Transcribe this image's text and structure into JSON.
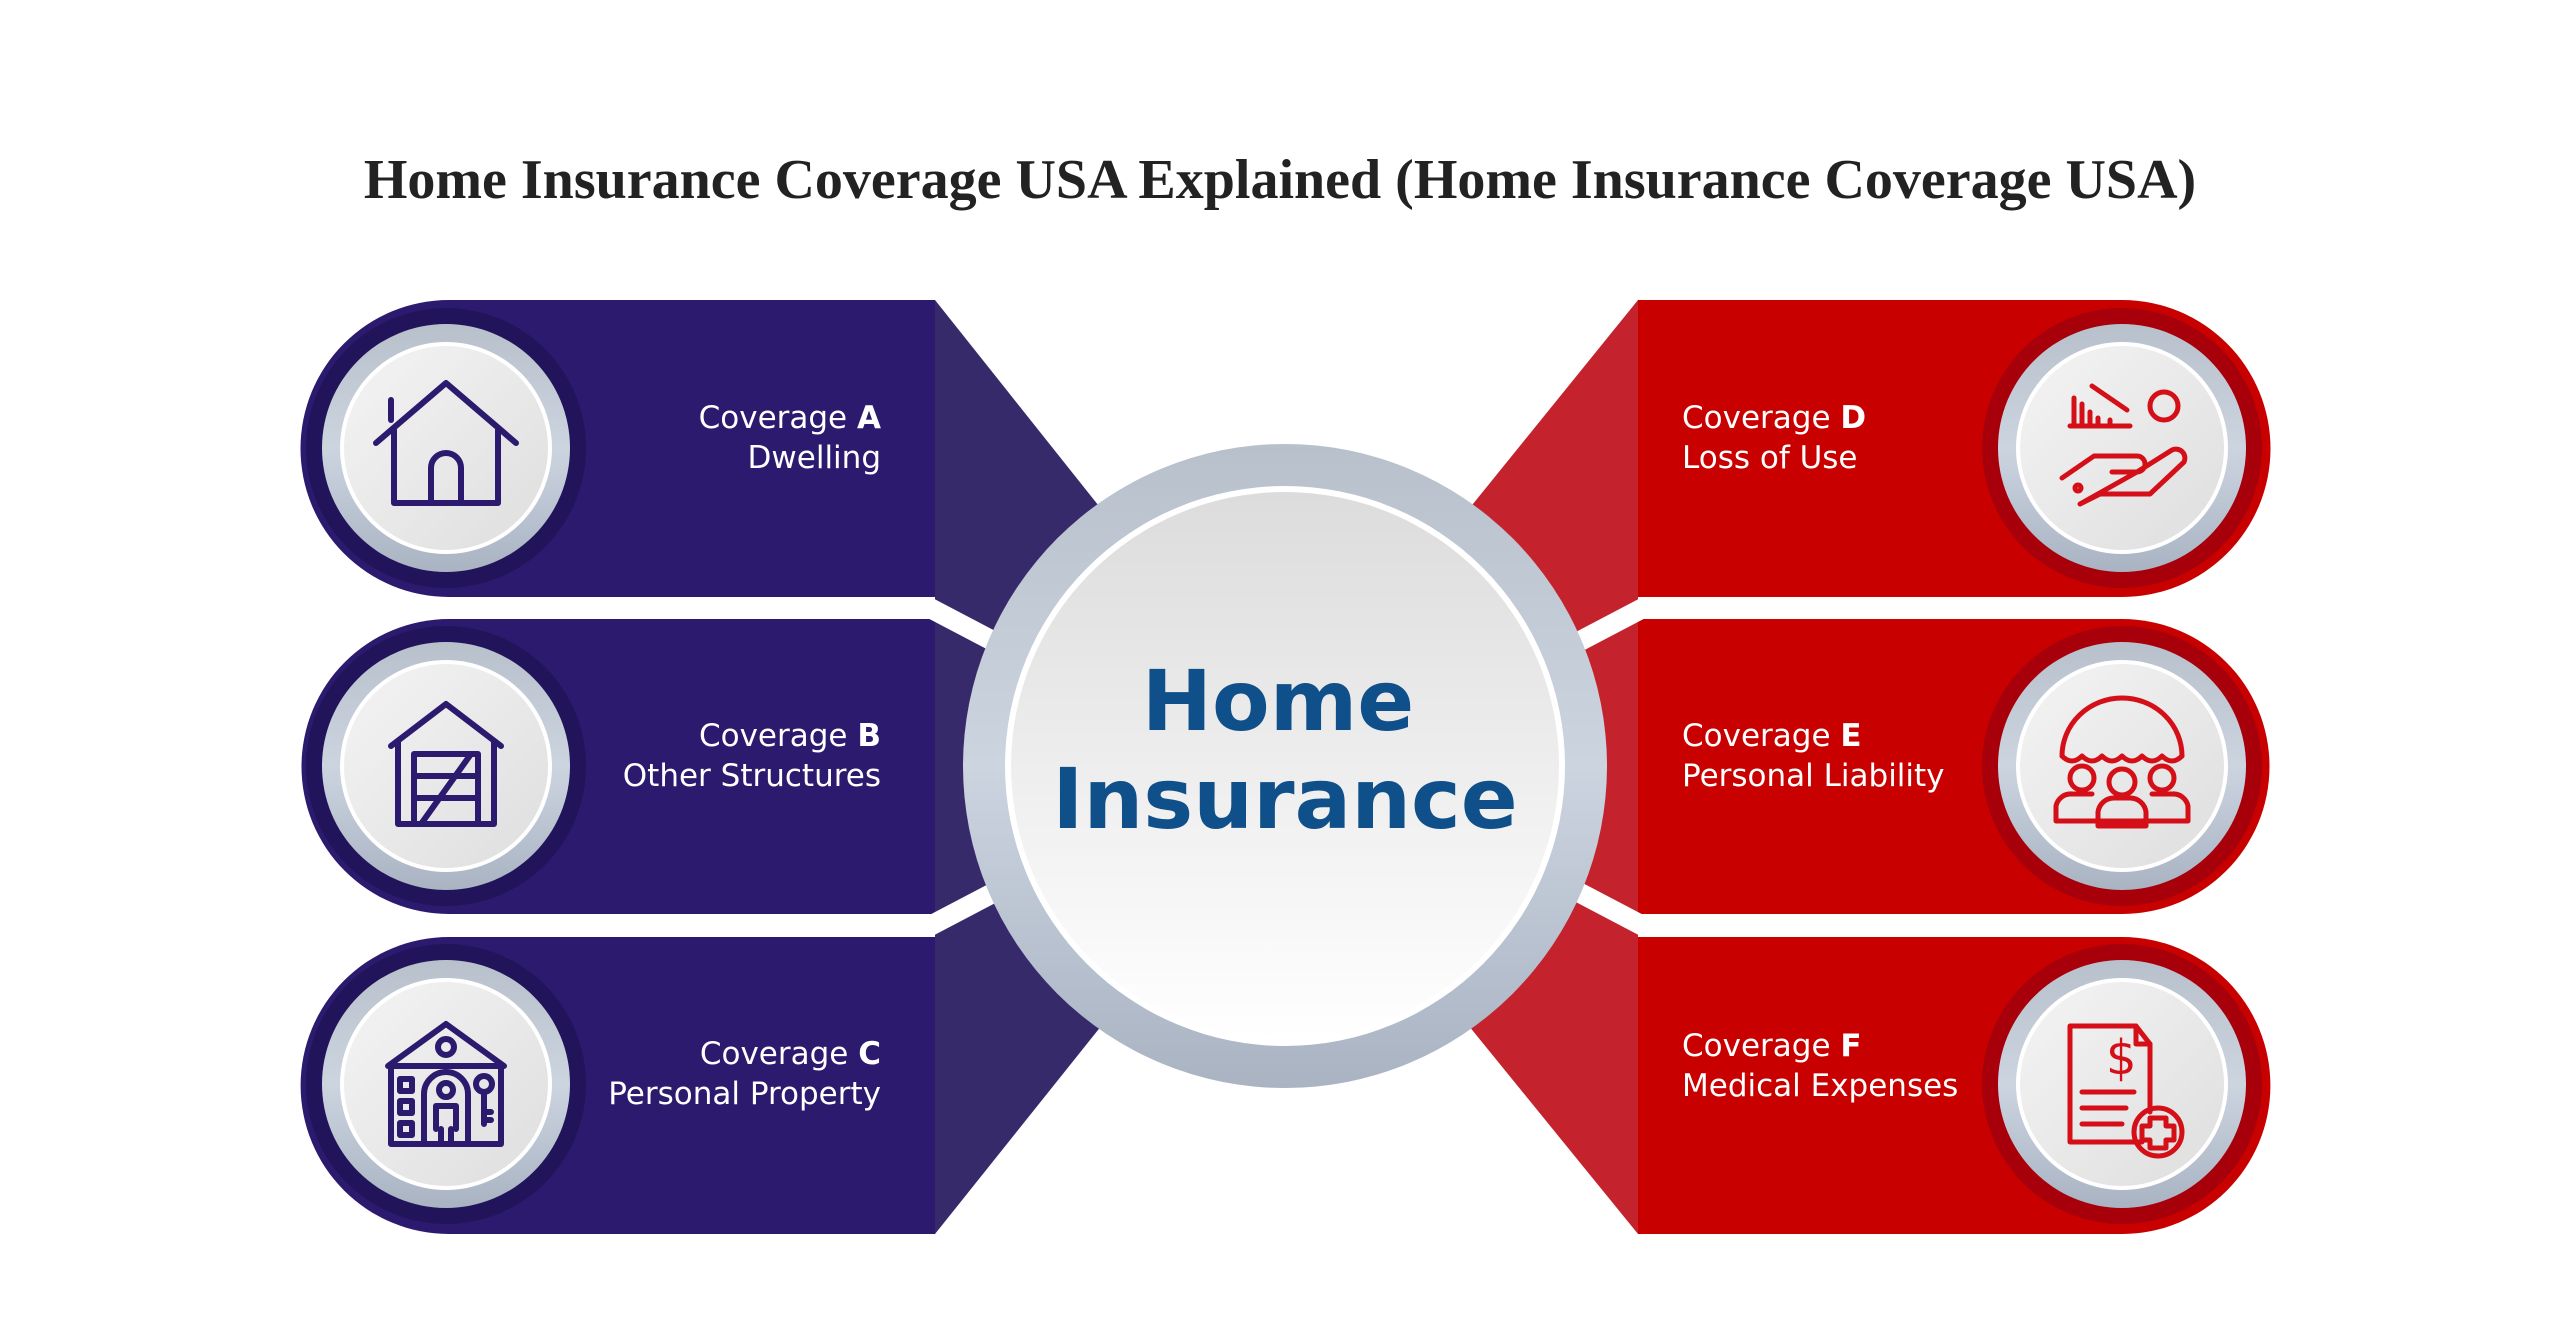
{
  "title": "Home Insurance Coverage USA Explained (Home Insurance Coverage USA)",
  "center": {
    "line1": "Home",
    "line2": "Insurance"
  },
  "colors": {
    "navy": "#2b1a6e",
    "navy_segment": "#372a6b",
    "red": "#c80000",
    "red_segment": "#c4232d",
    "center_text": "#0f4f8a"
  },
  "coverages": [
    {
      "prefix": "Coverage ",
      "letter": "A",
      "name": "Dwelling",
      "icon": "house-icon"
    },
    {
      "prefix": "Coverage ",
      "letter": "B",
      "name": "Other Structures",
      "icon": "garage-icon"
    },
    {
      "prefix": "Coverage ",
      "letter": "C",
      "name": "Personal Property",
      "icon": "house-person-key-icon"
    },
    {
      "prefix": "Coverage ",
      "letter": "D",
      "name": "Loss of Use",
      "icon": "hand-money-chart-icon"
    },
    {
      "prefix": "Coverage ",
      "letter": "E",
      "name": "Personal Liability",
      "icon": "umbrella-people-icon"
    },
    {
      "prefix": "Coverage ",
      "letter": "F",
      "name": "Medical Expenses",
      "icon": "medical-bill-icon"
    }
  ]
}
